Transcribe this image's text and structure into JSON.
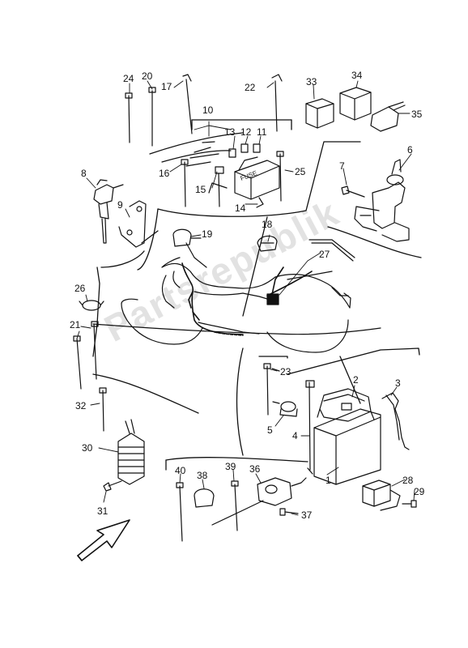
{
  "watermark": "Partsrepublik",
  "fuse_label": "FUSE",
  "callouts": {
    "c1": "1",
    "c2": "2",
    "c3": "3",
    "c4": "4",
    "c5": "5",
    "c6": "6",
    "c7": "7",
    "c8": "8",
    "c9": "9",
    "c10": "10",
    "c11": "11",
    "c12": "12",
    "c13": "13",
    "c14": "14",
    "c15": "15",
    "c16": "16",
    "c17": "17",
    "c18": "18",
    "c19": "19",
    "c20": "20",
    "c21": "21",
    "c22": "22",
    "c23": "23",
    "c24": "24",
    "c25": "25",
    "c26": "26",
    "c27": "27",
    "c28": "28",
    "c29": "29",
    "c30": "30",
    "c31": "31",
    "c32": "32",
    "c33": "33",
    "c34": "34",
    "c35": "35",
    "c36": "36",
    "c37": "37",
    "c38": "38",
    "c39": "39",
    "c40": "40"
  },
  "arrow_icon": "front-direction-arrow-icon"
}
